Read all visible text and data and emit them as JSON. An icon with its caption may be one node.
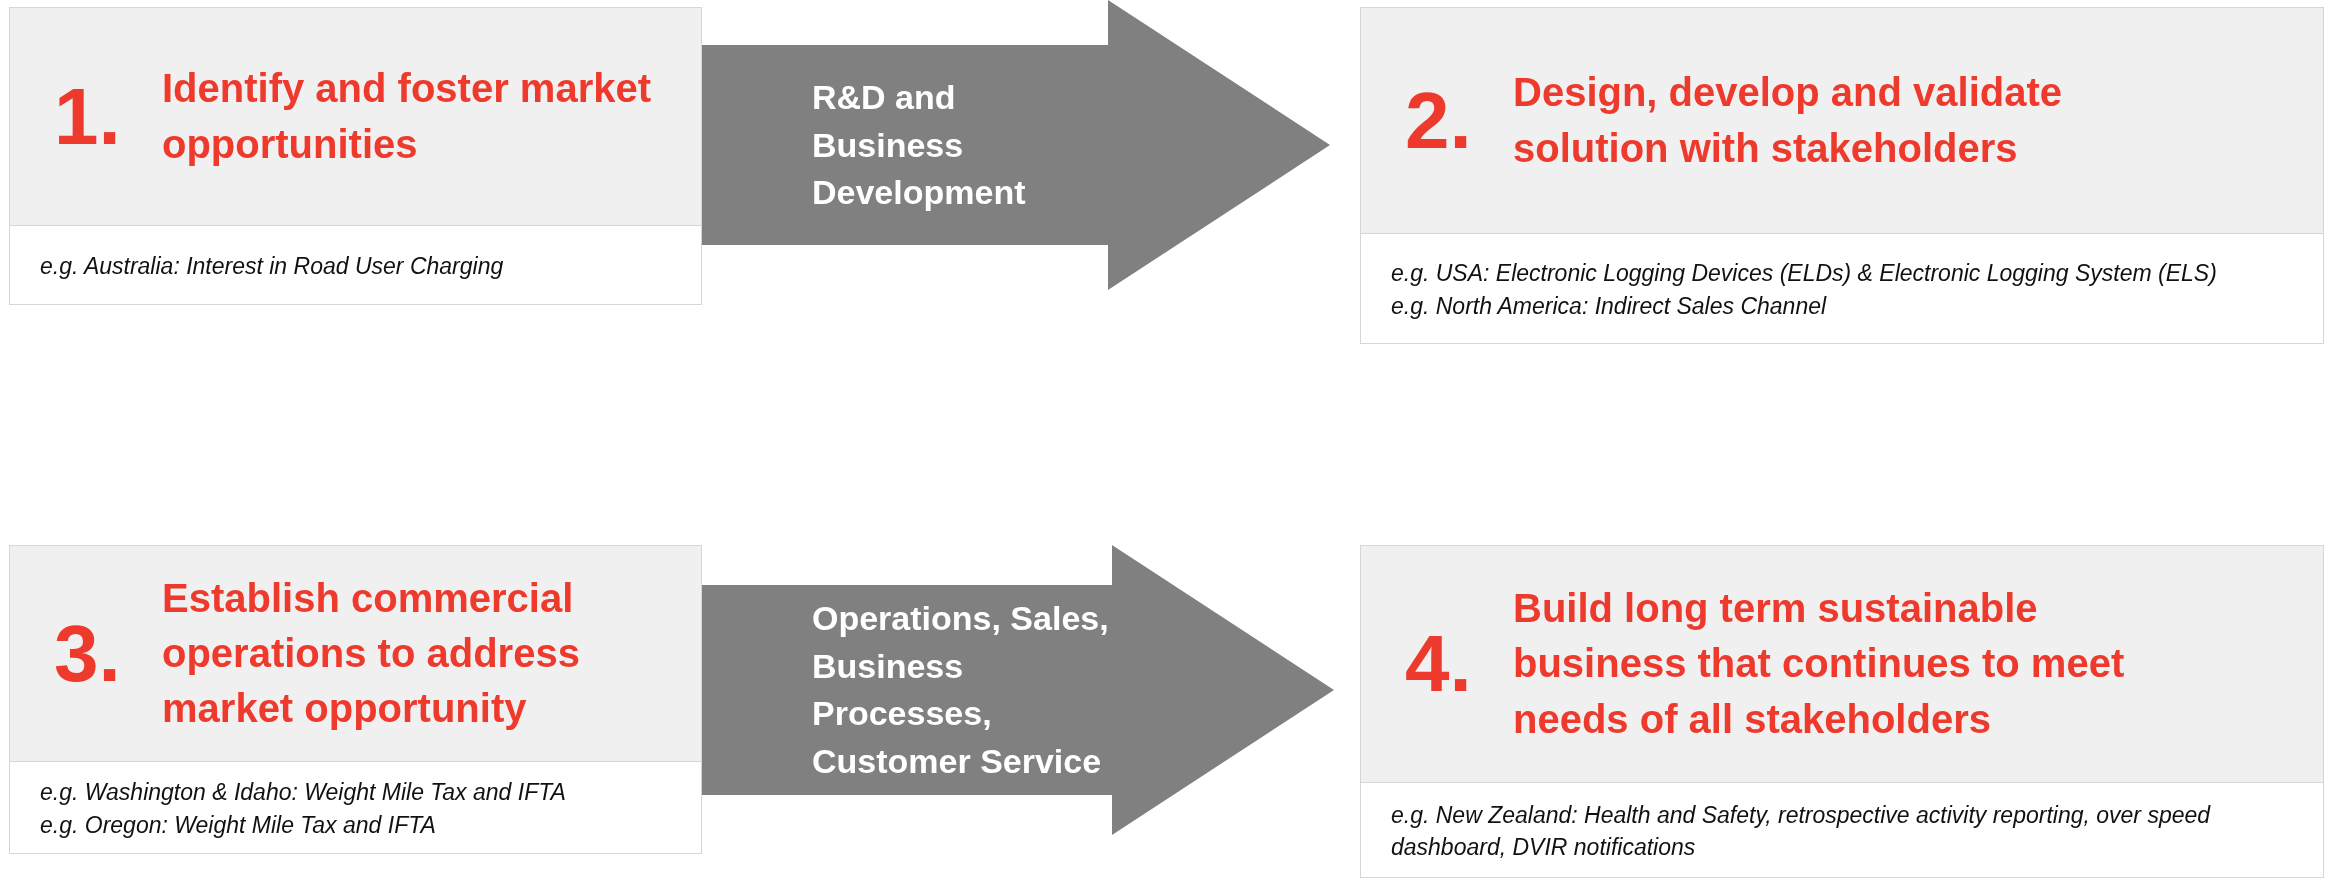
{
  "diagram": {
    "nodes": [
      {
        "text": [
          "1.",
          "Identify and foster market opportunities",
          "e.g. Australia: Interest in Road User Charging"
        ]
      },
      {
        "text": [
          "2.",
          "Design, develop and validate solution with stakeholders",
          "e.g. USA: Electronic Logging Devices (ELDs)  & Electronic Logging System (ELS)",
          "e.g. North America: Indirect Sales Channel"
        ]
      },
      {
        "text": [
          "3.",
          "Establish commercial operations to address market opportunity",
          "e.g. Washington & Idaho: Weight Mile Tax and IFTA",
          "e.g. Oregon: Weight Mile Tax and IFTA"
        ]
      },
      {
        "text": [
          "4.",
          "Build long term sustainable business that continues to meet needs of all stakeholders",
          "e.g. New Zealand: Health and Safety, retrospective activity reporting, over speed dashboard, DVIR notifications"
        ]
      }
    ],
    "edges": [
      {
        "from": 0,
        "to": 1,
        "arrow": "to",
        "label": "R&D and Business Development"
      },
      {
        "from": 2,
        "to": 3,
        "arrow": "to",
        "label": "Operations, Sales, Business Processes, Customer Service"
      }
    ]
  }
}
